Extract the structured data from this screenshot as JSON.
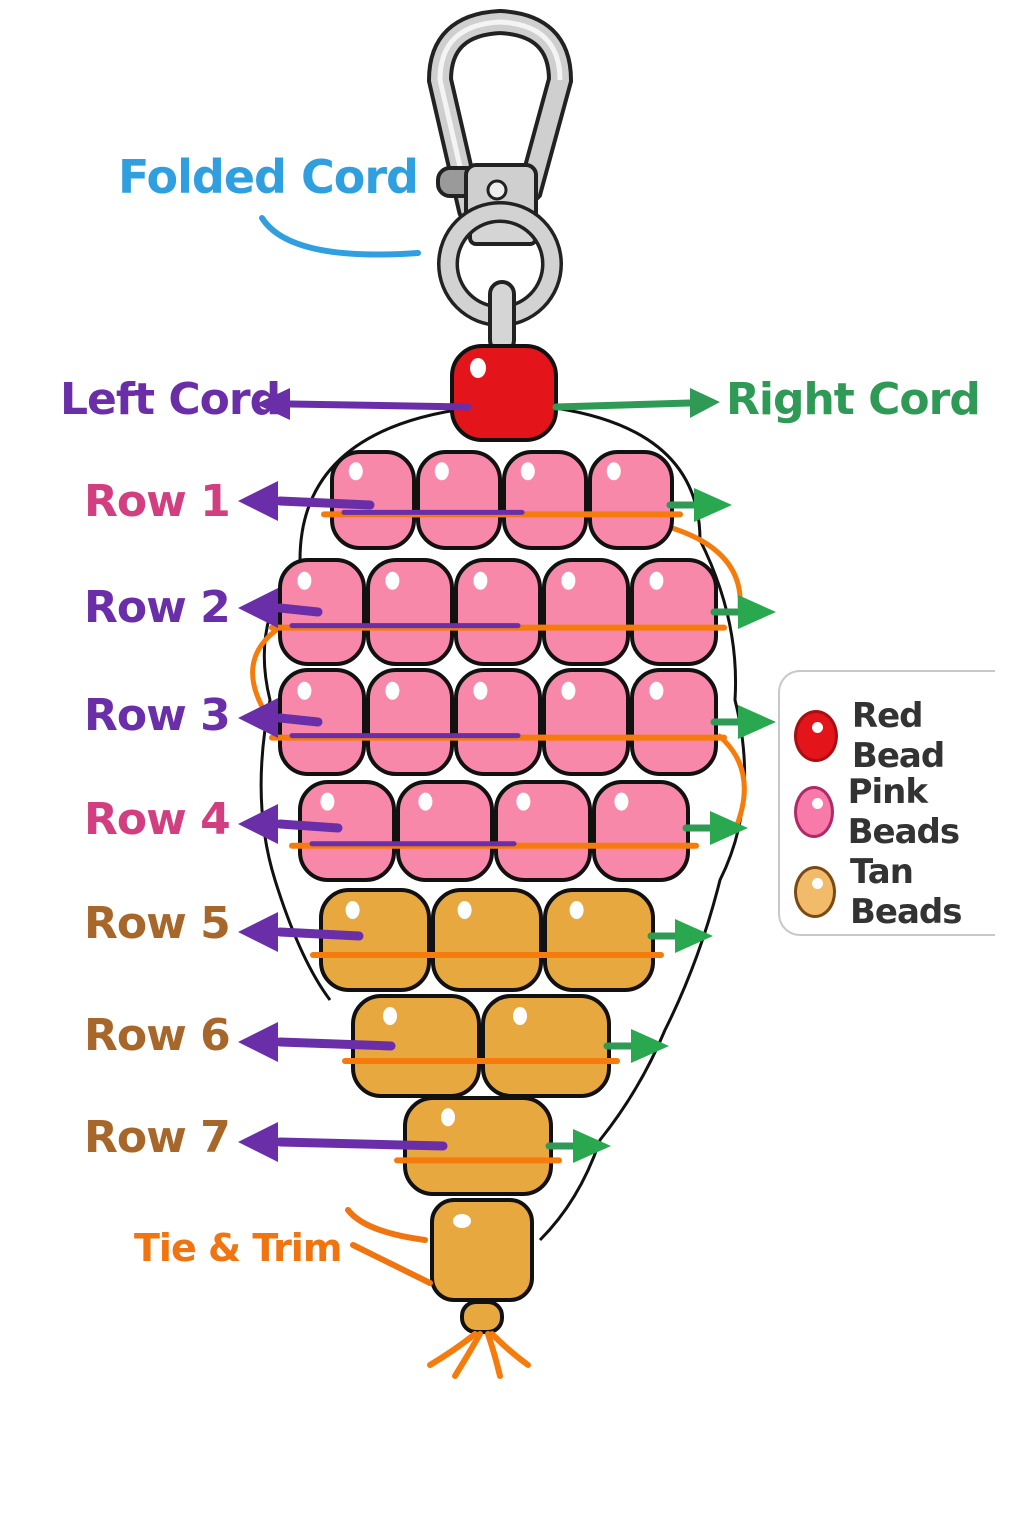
{
  "colors": {
    "folded_cord": "#2f9fe0",
    "left_cord": "#6a2fa8",
    "right_cord": "#2e9a55",
    "tie_trim": "#f07410",
    "pink_label": "#d23f80",
    "purple_label": "#6a2fa8",
    "tan_label": "#a8672a",
    "red_bead": "#e3141a",
    "pink_bead": "#f788aa",
    "tan_bead": "#e8a840",
    "cord_orange": "#f57c0c",
    "arrow_green": "#2aa84f",
    "metal": "#c9c9c9"
  },
  "labels": {
    "folded_cord": "Folded Cord",
    "left_cord": "Left Cord",
    "right_cord": "Right Cord",
    "tie_trim": "Tie & Trim"
  },
  "rows": [
    {
      "label": "Row 1",
      "bead_count": 4,
      "bead_type": "pink",
      "label_color": "pink"
    },
    {
      "label": "Row 2",
      "bead_count": 5,
      "bead_type": "pink",
      "label_color": "purple"
    },
    {
      "label": "Row 3",
      "bead_count": 5,
      "bead_type": "pink",
      "label_color": "purple"
    },
    {
      "label": "Row 4",
      "bead_count": 4,
      "bead_type": "pink",
      "label_color": "pink"
    },
    {
      "label": "Row 5",
      "bead_count": 3,
      "bead_type": "tan",
      "label_color": "tan"
    },
    {
      "label": "Row 6",
      "bead_count": 2,
      "bead_type": "tan",
      "label_color": "tan"
    },
    {
      "label": "Row 7",
      "bead_count": 1,
      "bead_type": "tan",
      "label_color": "tan"
    }
  ],
  "legend": {
    "items": [
      {
        "label": "Red Bead",
        "type": "red"
      },
      {
        "label": "Pink Beads",
        "type": "pink"
      },
      {
        "label": "Tan Beads",
        "type": "tan"
      }
    ]
  }
}
